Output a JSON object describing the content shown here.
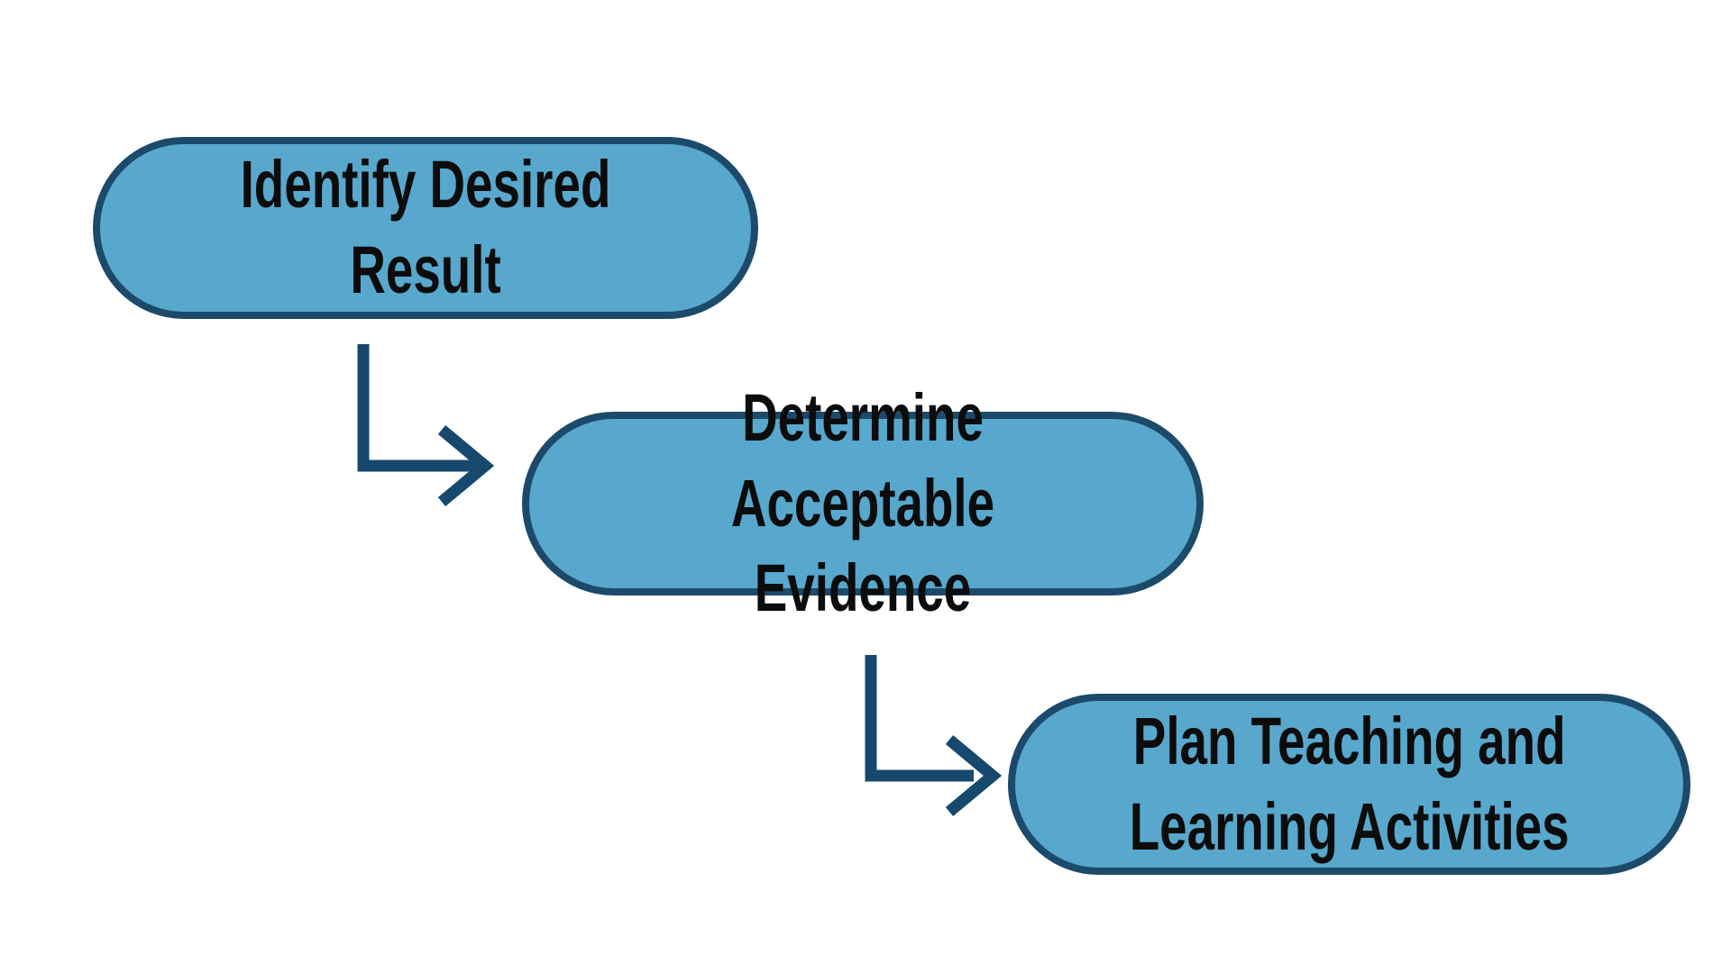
{
  "colors": {
    "background": "#ffffff",
    "box_fill": "#58a8cd",
    "box_border": "#1c4a6b",
    "arrow": "#17486e",
    "text": "#0c0c0c"
  },
  "diagram": {
    "steps": [
      {
        "id": "identify-desired-result",
        "label": "Identify Desired Result"
      },
      {
        "id": "determine-acceptable-evidence",
        "label": "Determine Acceptable\nEvidence"
      },
      {
        "id": "plan-teaching-learning-activities",
        "label": "Plan Teaching and\nLearning Activities"
      }
    ],
    "connectors": [
      {
        "id": "arrow-1",
        "from": "Identify Desired Result",
        "to": "Determine Acceptable Evidence",
        "direction": "down-right"
      },
      {
        "id": "arrow-2",
        "from": "Determine Acceptable Evidence",
        "to": "Plan Teaching and Learning Activities",
        "direction": "down-right"
      }
    ]
  }
}
